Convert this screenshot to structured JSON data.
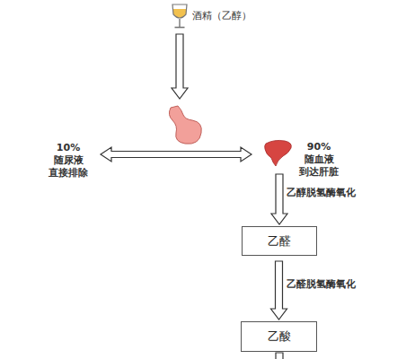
{
  "diagram": {
    "nodes": [
      {
        "text": [
          "90%随血液 到达肝脏"
        ]
      },
      {
        "text": [
          "乙醛"
        ]
      },
      {
        "text": [
          "乙酸"
        ]
      }
    ],
    "edges": [
      {
        "from": 0,
        "to": 1,
        "arrow": "to",
        "label": "乙醇脱氢酶氧化"
      },
      {
        "from": 1,
        "to": 2,
        "arrow": "to",
        "label": "乙醛脱氢酶氧化"
      }
    ],
    "labels": [
      "酒精（乙醇）",
      "10%随尿液 直接排除"
    ]
  }
}
